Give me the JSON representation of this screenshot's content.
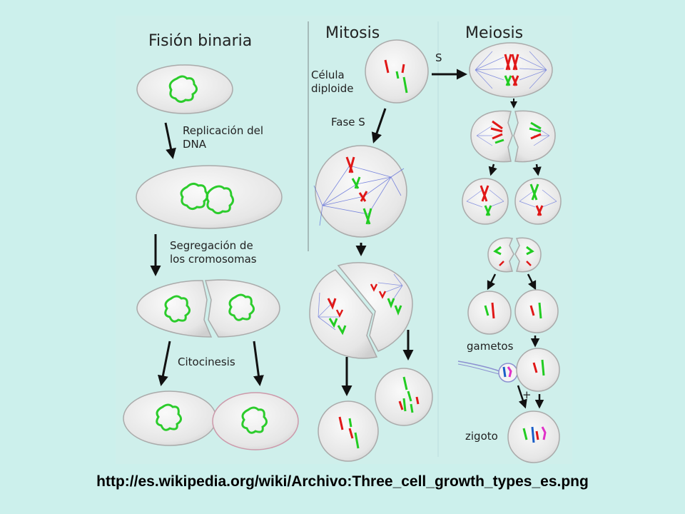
{
  "columns": {
    "binary_fission": "Fisión binaria",
    "mitosis": "Mitosis",
    "meiosis": "Meiosis"
  },
  "labels": {
    "dna_replication": [
      "Replicación del",
      "DNA"
    ],
    "chromosome_segregation": [
      "Segregación de",
      "los cromosomas"
    ],
    "cytokinesis": "Citocinesis",
    "diploid_cell": [
      "Célula",
      "diploide"
    ],
    "s_phase": "Fase S",
    "s": "S",
    "gametes": "gametos",
    "plus": "+",
    "zygote": "zigoto"
  },
  "source_url": "http://es.wikipedia.org/wiki/Archivo:Three_cell_growth_types_es.png",
  "colors": {
    "background": "#ccf0ec",
    "chromosome_green": "#22cc22",
    "chromosome_red": "#e01818",
    "chromosome_blue": "#1a5ec8",
    "chromosome_magenta": "#e030c8",
    "spindle": "#5a6ad8",
    "cell_fill": "#eeeeee",
    "cell_stroke": "#b0b0b0"
  }
}
